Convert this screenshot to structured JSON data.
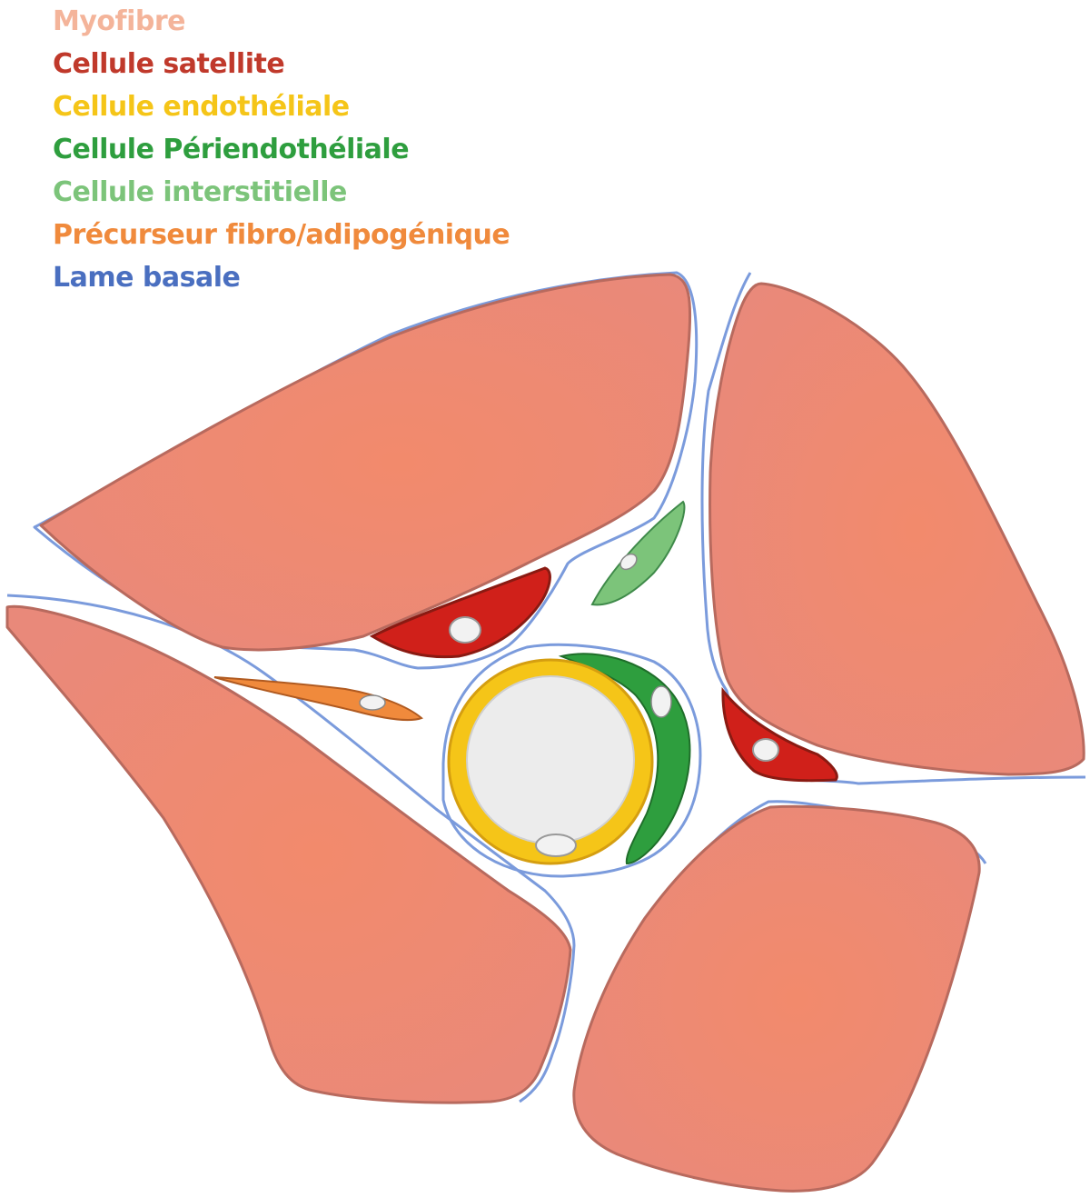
{
  "legend": {
    "items": [
      {
        "key": "myofibre",
        "label": "Myofibre",
        "color": "#f4b49a"
      },
      {
        "key": "satellite",
        "label": "Cellule satellite",
        "color": "#c0392b"
      },
      {
        "key": "endothelial",
        "label": "Cellule endothéliale",
        "color": "#f5c518"
      },
      {
        "key": "periendothelial",
        "label": "Cellule Périendothéliale",
        "color": "#2e9e3e"
      },
      {
        "key": "interstitial",
        "label": "Cellule interstitielle",
        "color": "#7cc47a"
      },
      {
        "key": "fap",
        "label": "Précurseur fibro/adipogénique",
        "color": "#f08a3c"
      },
      {
        "key": "basal_lamina",
        "label": "Lame basale",
        "color": "#4a6fc0"
      }
    ]
  },
  "colors": {
    "myofibre_fill": "#ef8a72",
    "myofibre_edge": "#b86a5e",
    "basal_lamina": "#7b9bdc",
    "nucleus": "#f2f2f2",
    "vessel_lumen": "#ececec"
  }
}
